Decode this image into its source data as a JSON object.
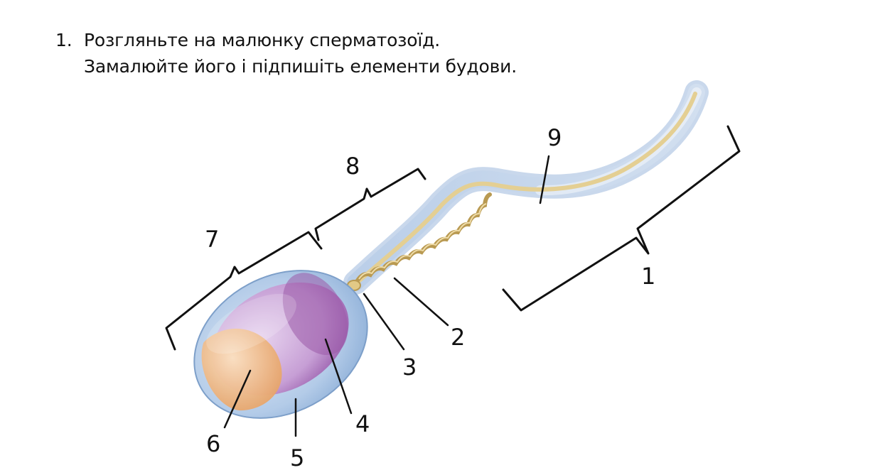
{
  "task": {
    "number": "1.",
    "line1": "Розгляньте на малюнку сперматозоїд.",
    "line2": "Замалюйте його і підпишіть елементи будови."
  },
  "diagram": {
    "labels": {
      "l1": "1",
      "l2": "2",
      "l3": "3",
      "l4": "4",
      "l5": "5",
      "l6": "6",
      "l7": "7",
      "l8": "8",
      "l9": "9"
    },
    "colors": {
      "membrane": "#a9c4e3",
      "membrane_edge": "#7f9fc6",
      "nucleus": "#cfa6d8",
      "nucleus_dark": "#9a5aa8",
      "acrosome": "#f0b782",
      "axial_filament": "#e9d49a",
      "mitochondria": "#c8a860"
    }
  }
}
